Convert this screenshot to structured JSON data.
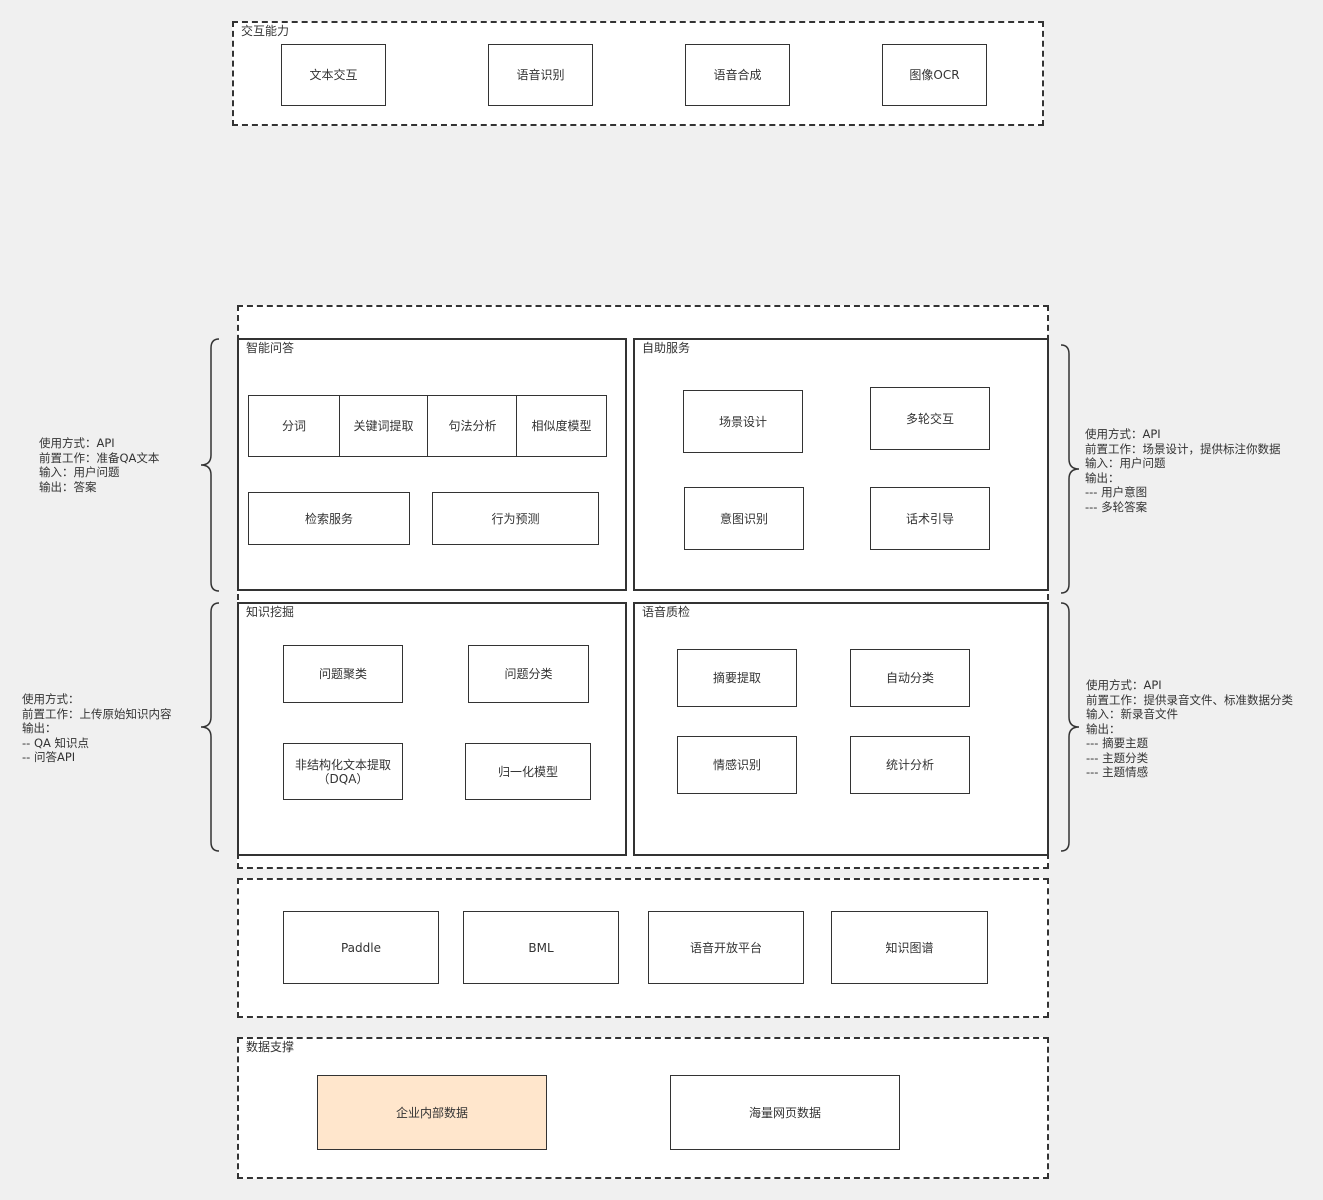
{
  "interaction": {
    "title": "交互能力",
    "items": [
      "文本交互",
      "语音识别",
      "语音合成",
      "图像OCR"
    ]
  },
  "smart_qa": {
    "title": "智能问答",
    "row1": [
      "分词",
      "关键词提取",
      "句法分析",
      "相似度模型"
    ],
    "row2": [
      "检索服务",
      "行为预测"
    ]
  },
  "self_service": {
    "title": "自助服务",
    "items": [
      "场景设计",
      "多轮交互",
      "意图识别",
      "话术引导"
    ]
  },
  "knowledge_mining": {
    "title": "知识挖掘",
    "items": [
      "问题聚类",
      "问题分类",
      "非结构化文本提取\n（DQA）",
      "归一化模型"
    ]
  },
  "voice_qc": {
    "title": "语音质检",
    "items": [
      "摘要提取",
      "自动分类",
      "情感识别",
      "统计分析"
    ]
  },
  "platform": {
    "items": [
      "Paddle",
      "BML",
      "语音开放平台",
      "知识图谱"
    ]
  },
  "data_support": {
    "title": "数据支撑",
    "items": [
      "企业内部数据",
      "海量网页数据"
    ],
    "highlight_color": "#ffe6cc"
  },
  "notes": {
    "smart_qa": "使用方式：API\n前置工作：准备QA文本\n输入：用户问题\n输出：答案",
    "knowledge_mining": "使用方式：\n前置工作：上传原始知识内容\n输出：\n-- QA 知识点\n-- 问答API",
    "self_service": "使用方式：API\n前置工作：场景设计，提供标注你数据\n输入：用户问题\n输出：\n--- 用户意图\n--- 多轮答案",
    "voice_qc": "使用方式：API\n前置工作：提供录音文件、标准数据分类\n输入：新录音文件\n输出：\n--- 摘要主题\n--- 主题分类\n--- 主题情感"
  }
}
